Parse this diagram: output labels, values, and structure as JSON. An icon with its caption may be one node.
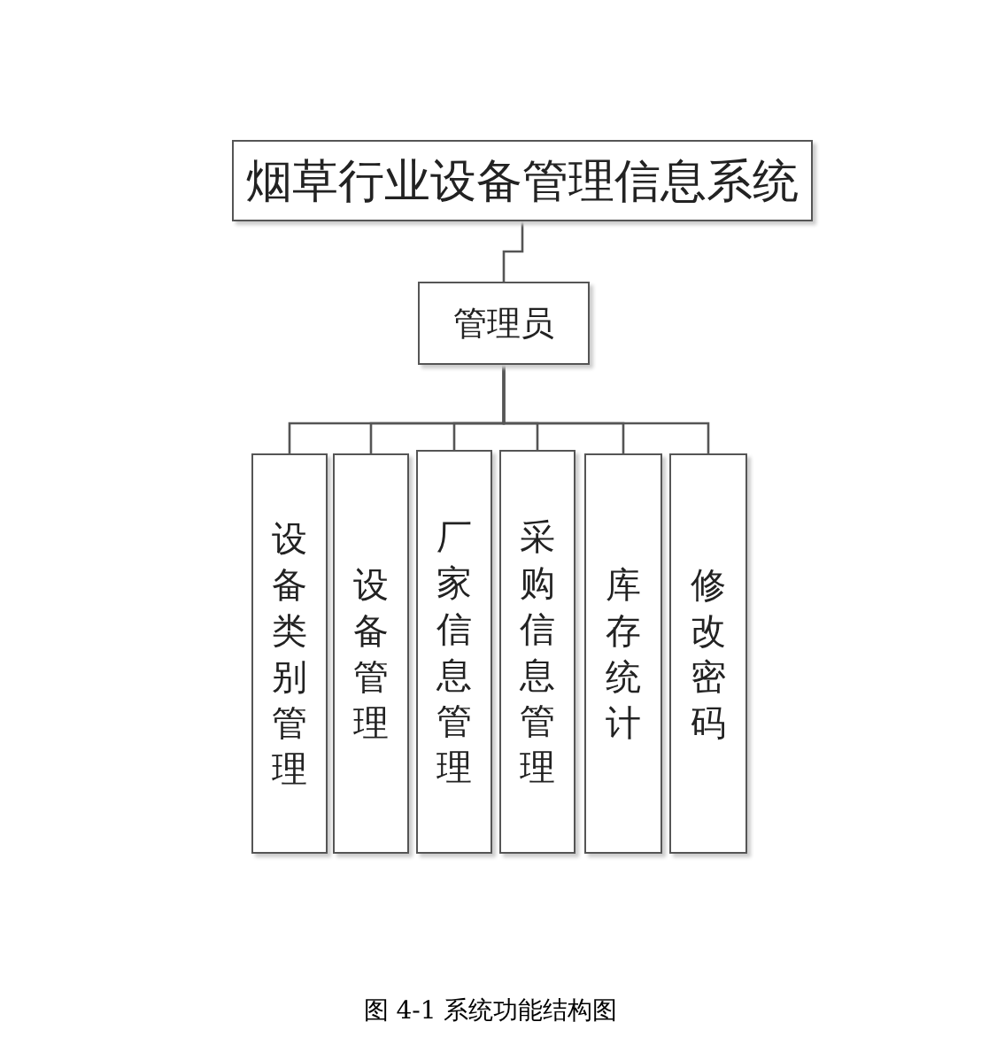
{
  "diagram": {
    "caption": "图 4-1 系统功能结构图",
    "nodes": [
      {
        "text": [
          "烟草行业设备管理信息系统"
        ]
      },
      {
        "text": [
          "管理员"
        ]
      },
      {
        "text": [
          "设备类别管理"
        ]
      },
      {
        "text": [
          "设备管理"
        ]
      },
      {
        "text": [
          "厂家信息管理"
        ]
      },
      {
        "text": [
          "采购信息管理"
        ]
      },
      {
        "text": [
          "库存统计"
        ]
      },
      {
        "text": [
          "修改密码"
        ]
      }
    ],
    "edges": [
      {
        "from": 0,
        "to": 1,
        "arrow": "none"
      },
      {
        "from": 1,
        "to": 2,
        "arrow": "none"
      },
      {
        "from": 1,
        "to": 3,
        "arrow": "none"
      },
      {
        "from": 1,
        "to": 4,
        "arrow": "none"
      },
      {
        "from": 1,
        "to": 5,
        "arrow": "none"
      },
      {
        "from": 1,
        "to": 6,
        "arrow": "none"
      },
      {
        "from": 1,
        "to": 7,
        "arrow": "none"
      }
    ]
  }
}
